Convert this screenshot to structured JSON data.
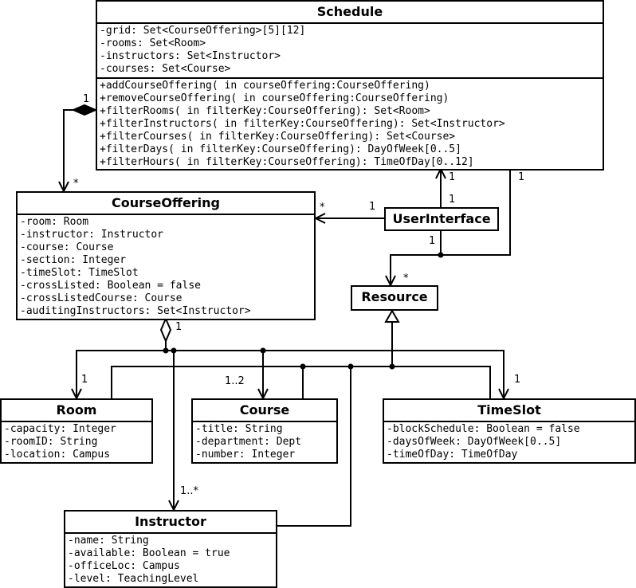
{
  "classes": {
    "schedule": {
      "name": "Schedule",
      "attributes": [
        "-grid: Set<CourseOffering>[5][12]",
        "-rooms: Set<Room>",
        "-instructors: Set<Instructor>",
        "-courses: Set<Course>"
      ],
      "operations": [
        "+addCourseOffering( in courseOffering:CourseOffering)",
        "+removeCourseOffering( in courseOffering:CourseOffering)",
        "+filterRooms( in filterKey:CourseOffering): Set<Room>",
        "+filterInstructors( in filterKey:CourseOffering): Set<Instructor>",
        "+filterCourses( in filterKey:CourseOffering): Set<Course>",
        "+filterDays( in filterKey:CourseOffering): DayOfWeek[0..5]",
        "+filterHours( in filterKey:CourseOffering): TimeOfDay[0..12]"
      ]
    },
    "course_offering": {
      "name": "CourseOffering",
      "attributes": [
        "-room: Room",
        "-instructor: Instructor",
        "-course: Course",
        "-section: Integer",
        "-timeSlot: TimeSlot",
        "-crossListed: Boolean = false",
        "-crossListedCourse: Course",
        "-auditingInstructors: Set<Instructor>"
      ]
    },
    "user_interface": {
      "name": "UserInterface"
    },
    "resource": {
      "name": "Resource"
    },
    "room": {
      "name": "Room",
      "attributes": [
        "-capacity: Integer",
        "-roomID: String",
        "-location: Campus"
      ]
    },
    "course": {
      "name": "Course",
      "attributes": [
        "-title: String",
        "-department: Dept",
        "-number: Integer"
      ]
    },
    "time_slot": {
      "name": "TimeSlot",
      "attributes": [
        "-blockSchedule: Boolean = false",
        "-daysOfWeek: DayOfWeek[0..5]",
        "-timeOfDay: TimeOfDay"
      ]
    },
    "instructor": {
      "name": "Instructor",
      "attributes": [
        "-name: String",
        "-available: Boolean = true",
        "-officeLoc: Campus",
        "-level: TeachingLevel"
      ]
    }
  },
  "multiplicities": {
    "schedule_composition": "1",
    "offering_many": "*",
    "ui_schedule_a": "1",
    "ui_schedule_b": "1",
    "schedule_resource": "1",
    "ui_offering_ui": "1",
    "ui_offering_offering": "*",
    "ui_resource": "1",
    "resource_many": "*",
    "offering_aggregation": "1",
    "room": "1",
    "course": "1..2",
    "time_slot": "1",
    "instructor": "1..*"
  }
}
